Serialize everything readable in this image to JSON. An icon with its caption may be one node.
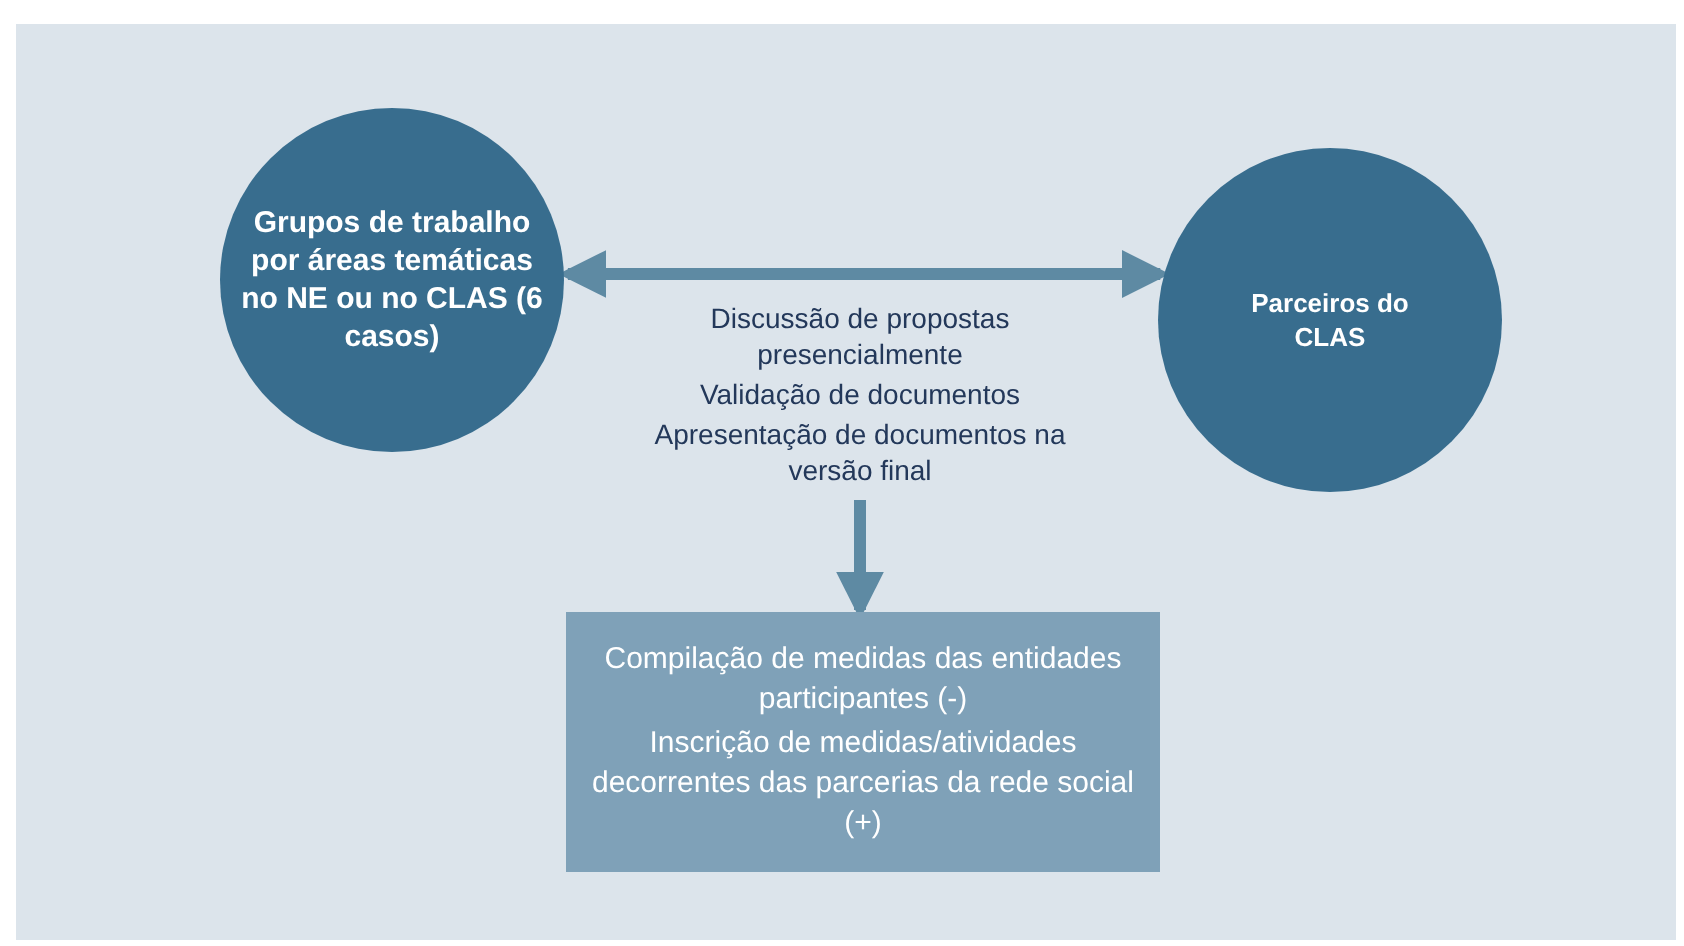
{
  "diagram": {
    "nodes": [
      {
        "text": [
          "Grupos de trabalho por áreas temáticas no NE ou no CLAS (6 casos)"
        ]
      },
      {
        "text": [
          "Parceiros do CLAS"
        ]
      },
      {
        "text": [
          "Discussão de propostas presencialmente",
          "Validação de documentos",
          "Apresentação de documentos na versão final"
        ]
      },
      {
        "text": [
          "Compilação de medidas das entidades participantes (-)",
          "Inscrição de medidas/atividades decorrentes das parcerias da rede social (+)"
        ]
      }
    ],
    "edges": [
      {
        "from": 0,
        "to": 1,
        "arrow": "both"
      },
      {
        "from": 2,
        "to": 3,
        "arrow": "to"
      }
    ]
  }
}
